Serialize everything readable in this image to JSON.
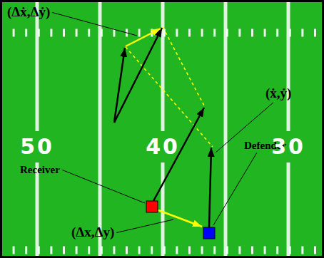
{
  "diagram": {
    "labels": [
      "(Δẋ,Δẏ)",
      "(ẋ,ẏ)",
      "Defender",
      "Receiver",
      "(Δx,Δy)",
      "50",
      "40",
      "30"
    ]
  }
}
